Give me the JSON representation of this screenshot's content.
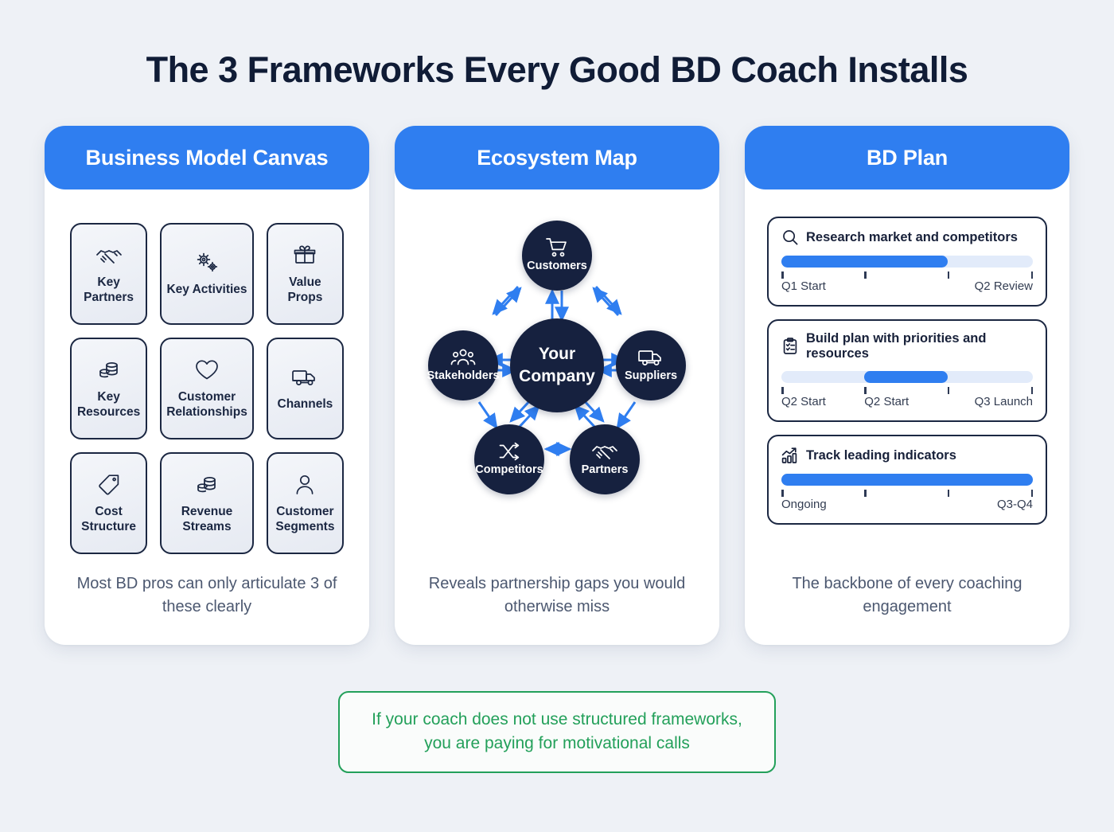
{
  "title": "The 3 Frameworks Every Good BD Coach Installs",
  "colors": {
    "background": "#eef1f6",
    "header_blue": "#2f7ef0",
    "navy": "#16213f",
    "green": "#23a05a",
    "track_empty": "#e2ebfa"
  },
  "cards": [
    {
      "header": "Business Model Canvas",
      "caption": "Most BD pros can only articulate 3 of these clearly",
      "cells": [
        {
          "label": "Key Partners",
          "icon": "handshake-icon"
        },
        {
          "label": "Key Activities",
          "icon": "gears-icon"
        },
        {
          "label": "Value Props",
          "icon": "gift-icon"
        },
        {
          "label": "Key Resources",
          "icon": "coins-icon"
        },
        {
          "label": "Customer Relationships",
          "icon": "heart-icon"
        },
        {
          "label": "Channels",
          "icon": "truck-icon"
        },
        {
          "label": "Cost Structure",
          "icon": "tag-icon"
        },
        {
          "label": "Revenue Streams",
          "icon": "coins-icon"
        },
        {
          "label": "Customer Segments",
          "icon": "person-icon"
        }
      ]
    },
    {
      "header": "Ecosystem Map",
      "caption": "Reveals partnership gaps you would otherwise miss",
      "center": {
        "label_line1": "Your",
        "label_line2": "Company"
      },
      "nodes": [
        {
          "label": "Customers",
          "icon": "shopping-cart-icon"
        },
        {
          "label": "Suppliers",
          "icon": "truck-icon"
        },
        {
          "label": "Partners",
          "icon": "handshake-icon"
        },
        {
          "label": "Competitors",
          "icon": "shuffle-icon"
        },
        {
          "label": "Stakeholders",
          "icon": "people-group-icon"
        }
      ]
    },
    {
      "header": "BD Plan",
      "caption": "The backbone of every coaching engagement",
      "items": [
        {
          "title": "Research market and competitors",
          "icon": "search-icon",
          "bar_start_pct": 0,
          "bar_end_pct": 66,
          "labels": [
            {
              "text": "Q1 Start",
              "pct": 0,
              "align": "left"
            },
            {
              "text": "Q2 Review",
              "pct": 100,
              "align": "right"
            }
          ]
        },
        {
          "title": "Build plan with priorities and resources",
          "icon": "clipboard-checklist-icon",
          "bar_start_pct": 33,
          "bar_end_pct": 66,
          "labels": [
            {
              "text": "Q2 Start",
              "pct": 0,
              "align": "left"
            },
            {
              "text": "Q2 Start",
              "pct": 33,
              "align": "left"
            },
            {
              "text": "Q3 Launch",
              "pct": 100,
              "align": "right"
            }
          ]
        },
        {
          "title": "Track leading indicators",
          "icon": "trending-bar-chart-icon",
          "bar_start_pct": 0,
          "bar_end_pct": 100,
          "labels": [
            {
              "text": "Ongoing",
              "pct": 0,
              "align": "left"
            },
            {
              "text": "Q3-Q4",
              "pct": 100,
              "align": "right"
            }
          ]
        }
      ],
      "tick_positions_pct": [
        0,
        33,
        66,
        100
      ]
    }
  ],
  "footer": {
    "line1": "If your coach does not use structured frameworks,",
    "line2": "you are paying for motivational calls"
  }
}
